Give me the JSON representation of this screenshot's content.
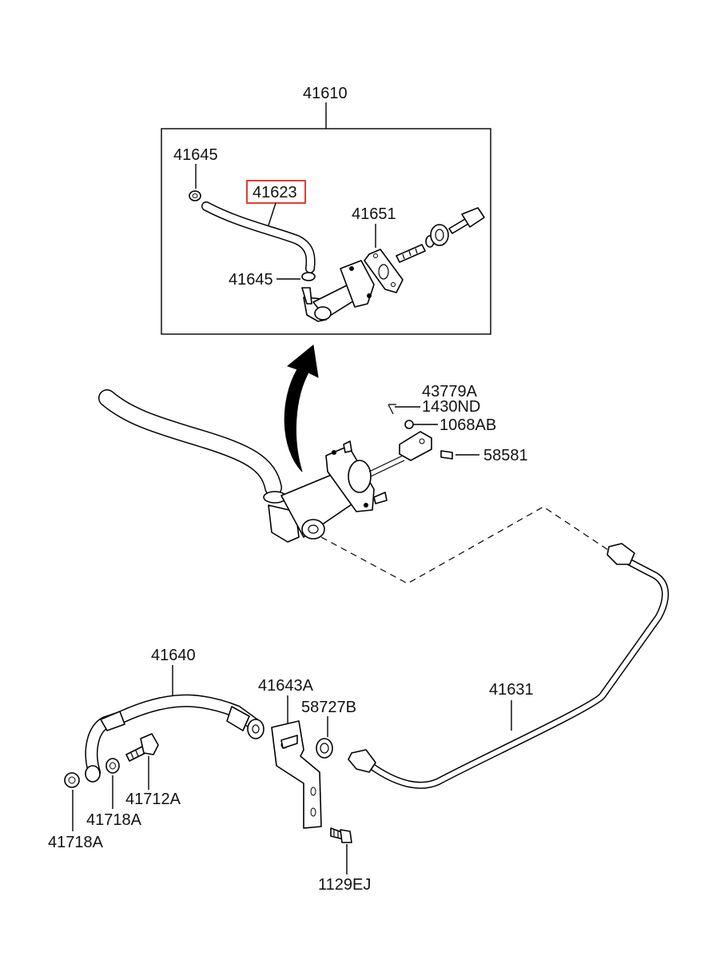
{
  "diagram": {
    "highlight_color": "#e53935",
    "assembly_label": "41610",
    "highlighted_part": "41623",
    "labels": {
      "l41610": "41610",
      "l41645_top": "41645",
      "l41623": "41623",
      "l41651": "41651",
      "l41645_mid": "41645",
      "l43779A": "43779A",
      "l1430ND": "1430ND",
      "l1068AB": "1068AB",
      "l58581": "58581",
      "l41640": "41640",
      "l41643A": "41643A",
      "l58727B": "58727B",
      "l41631": "41631",
      "l41712A": "41712A",
      "l41718A_1": "41718A",
      "l41718A_2": "41718A",
      "l1129EJ": "1129EJ"
    }
  }
}
